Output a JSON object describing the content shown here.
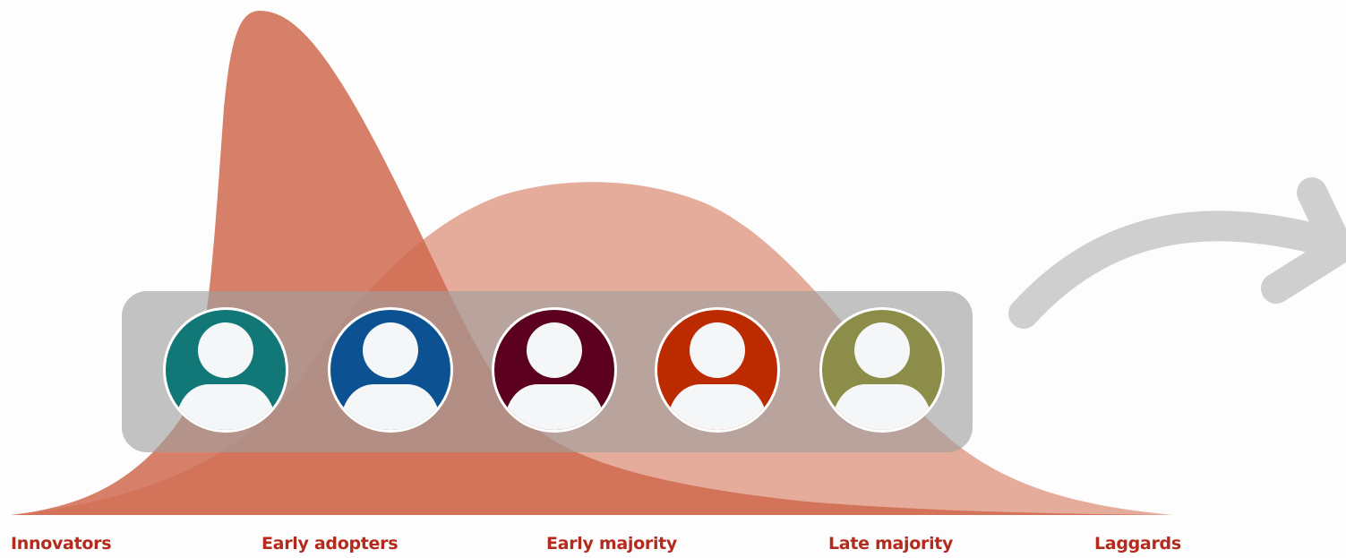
{
  "colors": {
    "background": "#fdfdfd",
    "curve_dark": "#d06a4f",
    "curve_light": "#e1a08d",
    "band": "#9e9e9e",
    "arrow": "#cfcfcf",
    "label": "#b42a1d"
  },
  "stages": [
    {
      "label": "Innovators",
      "color": "#127777",
      "icon": "user-icon"
    },
    {
      "label": "Early adopters",
      "color": "#0c5292",
      "icon": "user-icon"
    },
    {
      "label": "Early majority",
      "color": "#5c0020",
      "icon": "user-icon"
    },
    {
      "label": "Late majority",
      "color": "#bc2a00",
      "icon": "user-icon"
    },
    {
      "label": "Laggards",
      "color": "#8c8d48",
      "icon": "user-icon"
    }
  ],
  "decor": {
    "arrow_icon": "curved-arrow-icon"
  }
}
